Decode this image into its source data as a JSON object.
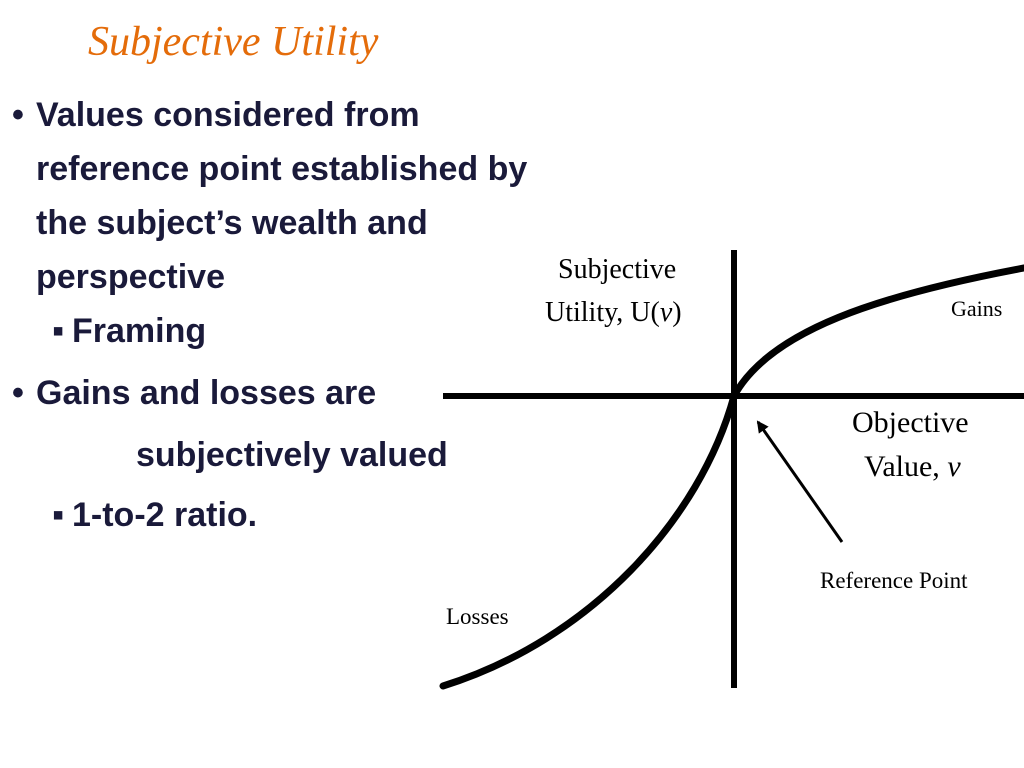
{
  "slide": {
    "title": "Subjective Utility",
    "bullets": [
      {
        "text": "Values considered from reference point established by the subject’s wealth and perspective",
        "sub": [
          "Framing"
        ]
      },
      {
        "text": "Gains and losses are",
        "text_cont": "subjectively valued",
        "sub": [
          "1-to-2 ratio."
        ]
      }
    ],
    "bullet_glyph": "•",
    "sub_glyph": "▪"
  },
  "diagram": {
    "y_axis_label_line1": "Subjective",
    "y_axis_label_line2_prefix": "Utility, U(",
    "y_axis_label_var": "v",
    "y_axis_label_line2_suffix": ")",
    "x_axis_label_line1": "Objective",
    "x_axis_label_line2_prefix": "Value, ",
    "x_axis_label_var": "v",
    "gains_label": "Gains",
    "losses_label": "Losses",
    "reference_label": "Reference Point"
  }
}
